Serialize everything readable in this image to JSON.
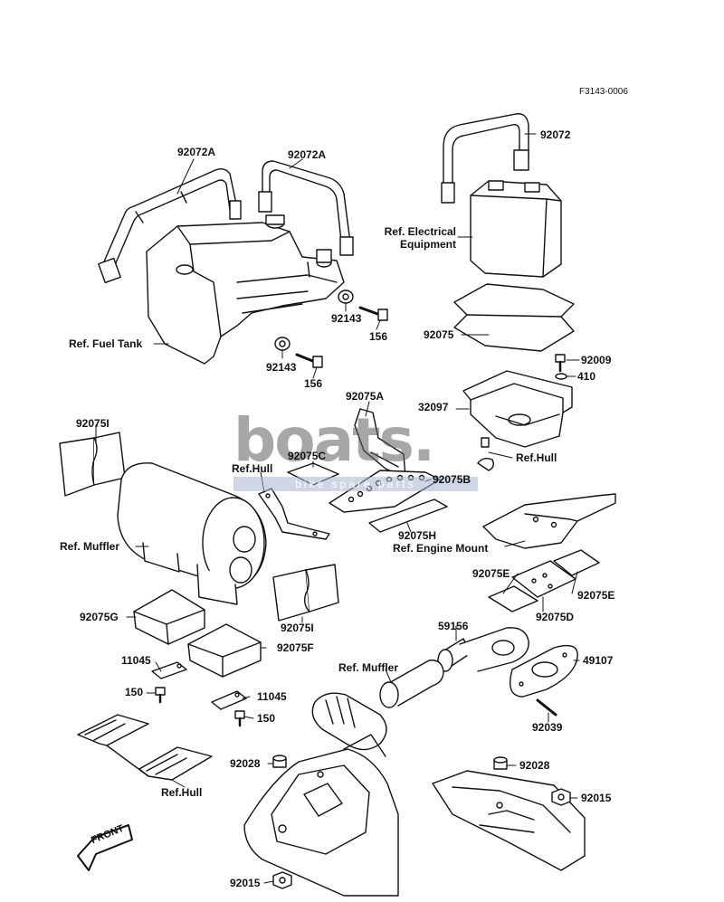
{
  "diagram_code": "F3143-0006",
  "watermark": {
    "brand": "boats.",
    "tagline": "bike spare parts"
  },
  "front_label": "FRONT",
  "parts": {
    "strap_left": "92072A",
    "strap_center": "92072A",
    "strap_battery": "92072",
    "electrical_equipment_ref": "Ref. Electrical",
    "electrical_equipment_ref2": "Equipment",
    "fuel_tank_ref": "Ref. Fuel Tank",
    "damper_upper": "92143",
    "bolt_upper": "156",
    "damper_lower": "92143",
    "bolt_lower": "156",
    "battery_pad": "92075",
    "screw_92009": "92009",
    "washer_410": "410",
    "battery_case": "32097",
    "ref_hull_battery": "Ref.Hull",
    "pad_92075a": "92075A",
    "pad_92075c": "92075C",
    "pad_92075b": "92075B",
    "ref_hull_bracket": "Ref.Hull",
    "pad_92075i_upper": "92075I",
    "pad_92075h": "92075H",
    "engine_mount_ref": "Ref. Engine Mount",
    "muffler_ref_upper": "Ref. Muffler",
    "pad_92075e_left": "92075E",
    "pad_92075e_right": "92075E",
    "pad_92075d": "92075D",
    "pad_92075g": "92075G",
    "pad_92075i_lower": "92075I",
    "pad_92075f": "92075F",
    "joint_59156": "59156",
    "muffler_ref_lower": "Ref. Muffler",
    "gasket_49107": "49107",
    "clip_11045_left": "11045",
    "clip_11045_right": "11045",
    "bolt_150_left": "150",
    "bolt_150_right": "150",
    "stud_92039": "92039",
    "ref_hull_bottom": "Ref.Hull",
    "nut_92028_left": "92028",
    "nut_92028_right": "92028",
    "nut_92015_right": "92015",
    "nut_92015_bottom": "92015"
  }
}
